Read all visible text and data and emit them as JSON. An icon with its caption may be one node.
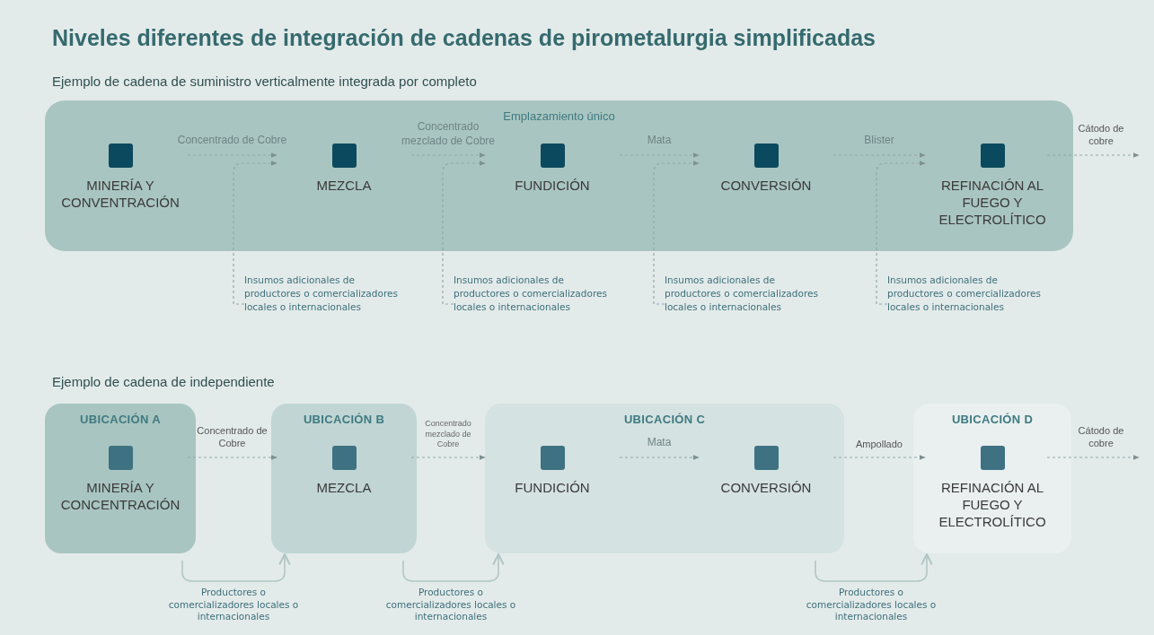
{
  "diagram": {
    "title": "Niveles diferentes de integración de cadenas de pirometalurgia simplificadas",
    "nodes": [
      {
        "text": [
          "Emplazamiento único"
        ]
      },
      {
        "text": [
          "MINERÍA Y CONVENTRACIÓN"
        ],
        "in": 0
      },
      {
        "text": [
          "MEZCLA"
        ],
        "in": 0
      },
      {
        "text": [
          "FUNDICIÓN"
        ],
        "in": 0
      },
      {
        "text": [
          "CONVERSIÓN"
        ],
        "in": 0
      },
      {
        "text": [
          "REFINACIÓN AL FUEGO Y ELECTROLÍTICO"
        ],
        "in": 0
      },
      {
        "text": [
          "Insumos adicionales de productores o comercializadores locales o internacionales"
        ]
      },
      {
        "text": [
          "Insumos adicionales de productores o comercializadores locales o internacionales"
        ]
      },
      {
        "text": [
          "Insumos adicionales de productores o comercializadores locales o internacionales"
        ]
      },
      {
        "text": [
          "Insumos adicionales de productores o comercializadores locales o internacionales"
        ]
      },
      {
        "text": [
          "UBICACIÓN A"
        ]
      },
      {
        "text": [
          "MINERÍA Y CONCENTRACIÓN"
        ],
        "in": 10
      },
      {
        "text": [
          "UBICACIÓN B"
        ]
      },
      {
        "text": [
          "MEZCLA"
        ],
        "in": 12
      },
      {
        "text": [
          "UBICACIÓN C"
        ]
      },
      {
        "text": [
          "FUNDICIÓN"
        ],
        "in": 14
      },
      {
        "text": [
          "CONVERSIÓN"
        ],
        "in": 14
      },
      {
        "text": [
          "UBICACIÓN D"
        ]
      },
      {
        "text": [
          "REFINACIÓN AL FUEGO Y ELECTROLÍTICO"
        ],
        "in": 17
      }
    ],
    "edges": [
      {
        "from": 1,
        "to": 2,
        "arrow": "to",
        "label": "Concentrado de Cobre",
        "style": "dashed"
      },
      {
        "from": 2,
        "to": 3,
        "arrow": "to",
        "label": "Concentrado mezclado de Cobre",
        "style": "dashed"
      },
      {
        "from": 3,
        "to": 4,
        "arrow": "to",
        "label": "Mata",
        "style": "dashed"
      },
      {
        "from": 4,
        "to": 5,
        "arrow": "to",
        "label": "Blister",
        "style": "dashed"
      },
      {
        "from": 5,
        "to": null,
        "arrow": "to",
        "label": "Cátodo de cobre",
        "style": "dashed"
      },
      {
        "from": 6,
        "to": 2,
        "arrow": "to",
        "style": "dashed"
      },
      {
        "from": 7,
        "to": 3,
        "arrow": "to",
        "style": "dashed"
      },
      {
        "from": 8,
        "to": 4,
        "arrow": "to",
        "style": "dashed"
      },
      {
        "from": 9,
        "to": 5,
        "arrow": "to",
        "style": "dashed"
      },
      {
        "from": 11,
        "to": 13,
        "arrow": "to",
        "label": "Concentrado de Cobre",
        "style": "dashed"
      },
      {
        "from": 13,
        "to": 15,
        "arrow": "to",
        "label": "Concentrado mezclado de Cobre",
        "style": "dashed"
      },
      {
        "from": 15,
        "to": 16,
        "arrow": "to",
        "label": "Mata",
        "style": "dashed"
      },
      {
        "from": 16,
        "to": 18,
        "arrow": "to",
        "label": "Ampollado",
        "style": "dashed"
      },
      {
        "from": 18,
        "to": null,
        "arrow": "to",
        "label": "Cátodo de cobre",
        "style": "dashed"
      },
      {
        "from": 10,
        "to": 12,
        "arrow": "to",
        "label": "Productores o comercializadores locales o internacionales"
      },
      {
        "from": 12,
        "to": 14,
        "arrow": "to",
        "label": "Productores o comercializadores locales o internacionales"
      },
      {
        "from": 16,
        "to": 17,
        "arrow": "to",
        "label": "Productores o comercializadores locales o internacionales"
      }
    ],
    "labels": [
      "Ejemplo de cadena de suministro verticalmente integrada por completo",
      "Ejemplo de cadena de independiente"
    ]
  }
}
